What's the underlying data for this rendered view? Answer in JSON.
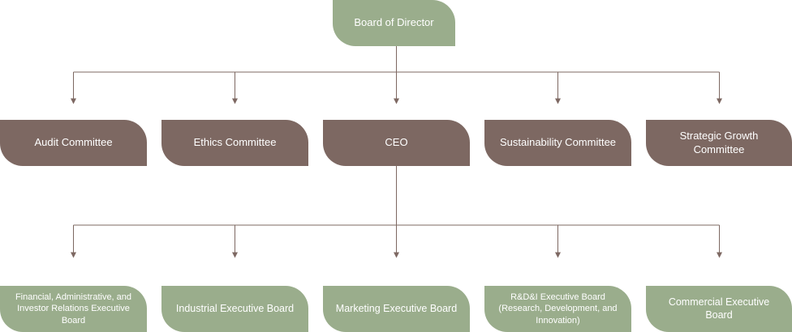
{
  "colors": {
    "green": "#9aad8c",
    "brown": "#7d6862",
    "line": "#7d6862"
  },
  "root": {
    "label": "Board of Director"
  },
  "committees": [
    {
      "label": "Audit Committee"
    },
    {
      "label": "Ethics Committee"
    },
    {
      "label": "CEO"
    },
    {
      "label": "Sustainability Committee"
    },
    {
      "label": "Strategic Growth Committee"
    }
  ],
  "boards": [
    {
      "label": "Financial, Administrative, and Investor Relations Executive Board"
    },
    {
      "label": "Industrial Executive Board"
    },
    {
      "label": "Marketing Executive Board"
    },
    {
      "label": "R&D&I Executive Board (Research, Development, and Innovation)"
    },
    {
      "label": "Commercial Executive Board"
    }
  ]
}
